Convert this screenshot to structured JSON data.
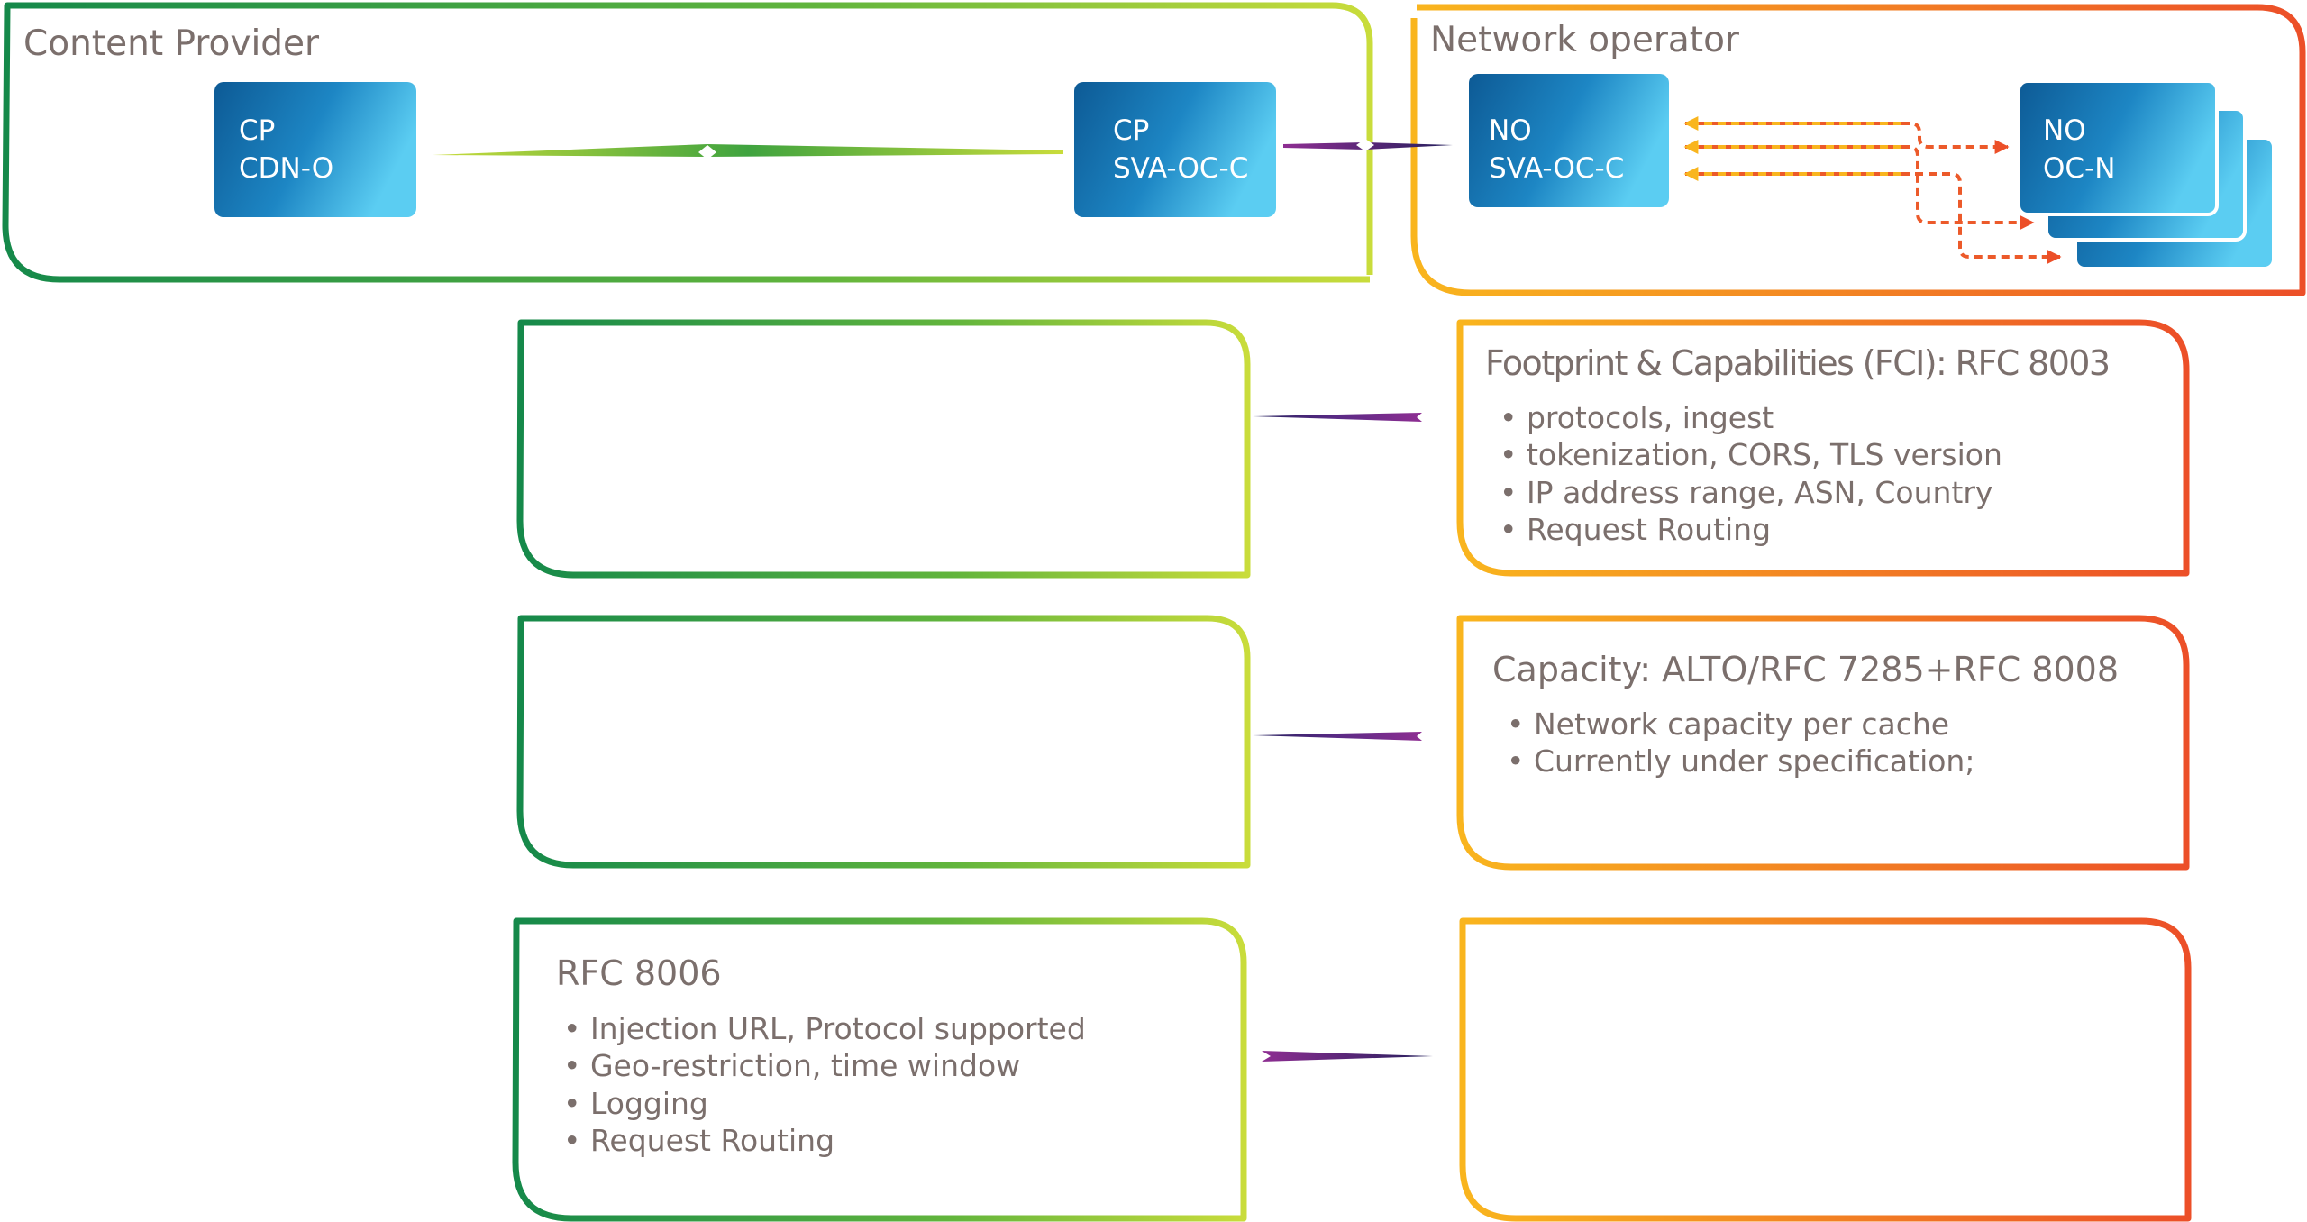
{
  "groups": {
    "content_provider": {
      "title": "Content Provider"
    },
    "network_operator": {
      "title": "Network operator"
    }
  },
  "nodes": {
    "cp_cdn_o": {
      "line1": "CP",
      "line2": "CDN-O"
    },
    "cp_sva_oc_c": {
      "line1": "CP",
      "line2": "SVA-OC-C"
    },
    "no_sva_oc_c": {
      "line1": "NO",
      "line2": "SVA-OC-C"
    },
    "no_oc_n": {
      "line1": "NO",
      "line2": "OC-N"
    }
  },
  "interfaces": [
    {
      "id": "fci",
      "title": "Footprint & Capabilities (FCI): RFC 8003",
      "bullets": [
        "• protocols, ingest",
        "• tokenization, CORS, TLS version",
        "• IP address range, ASN, Country",
        "• Request Routing"
      ]
    },
    {
      "id": "capacity",
      "title": "Capacity: ALTO/RFC 7285+RFC 8008",
      "bullets": [
        "• Network capacity per cache",
        "• Currently under specification;"
      ]
    },
    {
      "id": "rfc8006",
      "title": "RFC 8006",
      "bullets": [
        "• Injection URL, Protocol supported",
        "• Geo-restriction, time window",
        "• Logging",
        "• Request Routing"
      ]
    }
  ],
  "colors": {
    "green": "#15894a",
    "lime": "#c9dc3b",
    "yellow": "#f9b51e",
    "orange": "#ec5a2a",
    "node_dark": "#0d5a95",
    "node_light": "#5bcdf2",
    "purple": "#7f2a8e",
    "navy": "#241f5c"
  }
}
